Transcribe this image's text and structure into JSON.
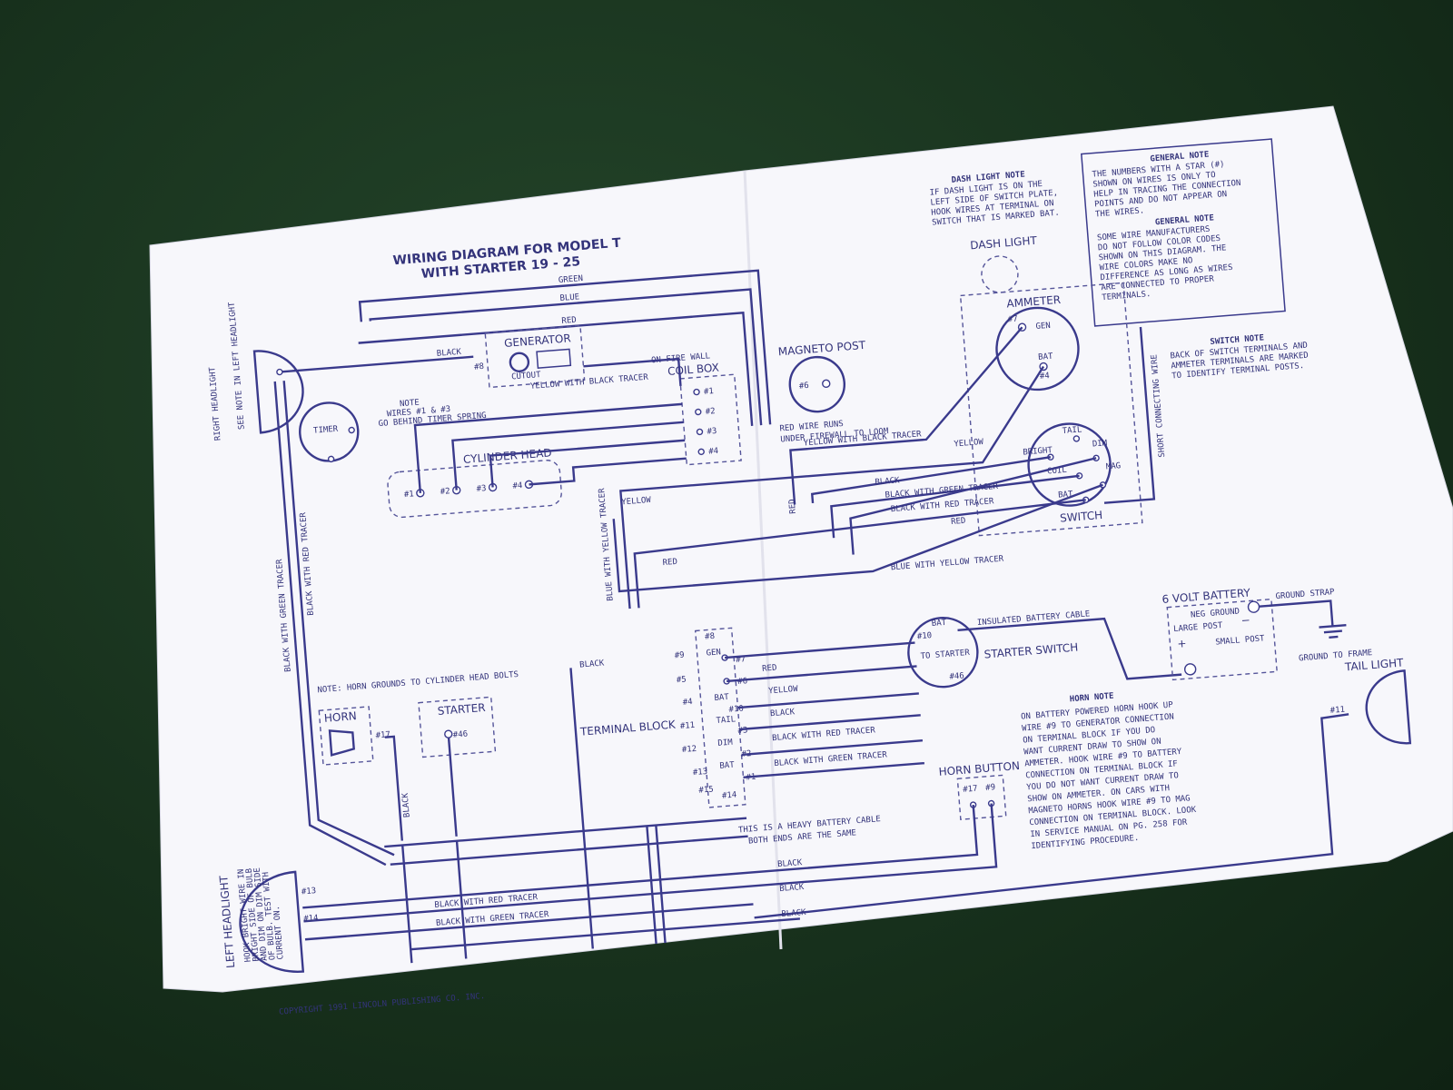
{
  "title": {
    "line1": "WIRING DIAGRAM FOR MODEL T",
    "line2": "WITH STARTER 19 - 25"
  },
  "components": {
    "right_headlight": "RIGHT HEADLIGHT",
    "right_headlight_note": "SEE NOTE IN LEFT HEADLIGHT",
    "left_headlight": "LEFT HEADLIGHT",
    "generator": "GENERATOR",
    "cutout": "CUTOUT",
    "timer": "TIMER",
    "coil_box": "COIL BOX",
    "on_fire_wall": "ON FIRE WALL",
    "cylinder_head": "CYLINDER HEAD",
    "magneto_post": "MAGNETO POST",
    "dash_light": "DASH LIGHT",
    "ammeter": "AMMETER",
    "switch": "SWITCH",
    "terminal_block": "TERMINAL BLOCK",
    "horn": "HORN",
    "starter": "STARTER",
    "starter_switch": "STARTER SWITCH",
    "battery": "6 VOLT BATTERY",
    "horn_button": "HORN BUTTON",
    "tail_light": "TAIL LIGHT",
    "ground_strap": "GROUND STRAP",
    "ground_to_frame": "GROUND TO FRAME",
    "neg_ground": "NEG GROUND",
    "large_post": "LARGE POST",
    "small_post": "SMALL POST",
    "insulated_cable": "INSULATED BATTERY CABLE",
    "to_starter": "TO STARTER",
    "bat": "BAT",
    "gen": "GEN",
    "tail": "TAIL",
    "dim": "DIM",
    "bright": "BRIGHT",
    "coil": "COIL",
    "mag": "MAG"
  },
  "wire_labels": {
    "green": "GREEN",
    "blue": "BLUE",
    "red": "RED",
    "black": "BLACK",
    "yellow": "YELLOW",
    "yellow_black": "YELLOW WITH BLACK TRACER",
    "black_green": "BLACK WITH GREEN TRACER",
    "black_red": "BLACK WITH RED TRACER",
    "blue_yellow": "BLUE WITH YELLOW TRACER",
    "short_connecting": "SHORT CONNECTING WIRE",
    "red_wire_runs": "RED WIRE RUNS",
    "under_firewall": "UNDER FIREWALL TO LOOM",
    "heavy_cable_1": "THIS IS A HEAVY BATTERY CABLE",
    "heavy_cable_2": "BOTH ENDS ARE THE SAME"
  },
  "notes": {
    "note_head": "NOTE",
    "timer_note_1": "WIRES #1 & #3",
    "timer_note_2": "GO BEHIND TIMER SPRING",
    "horn_ground": "NOTE: HORN GROUNDS TO CYLINDER HEAD BOLTS",
    "dash_light_note_head": "DASH LIGHT NOTE",
    "dash_light_note": [
      "IF DASH LIGHT IS ON THE",
      "LEFT SIDE OF SWITCH PLATE,",
      "HOOK WIRES AT TERMINAL ON",
      "SWITCH THAT IS MARKED BAT."
    ],
    "general_note_head": "GENERAL NOTE",
    "general_note_1": [
      "THE NUMBERS WITH A STAR (#)",
      "SHOWN ON WIRES IS ONLY TO",
      "HELP IN TRACING THE CONNECTION",
      "POINTS AND DO NOT APPEAR ON",
      "THE WIRES."
    ],
    "general_note_2": [
      "SOME WIRE MANUFACTURERS",
      "DO NOT FOLLOW COLOR CODES",
      "SHOWN ON THIS DIAGRAM. THE",
      "WIRE COLORS MAKE NO",
      "DIFFERENCE AS LONG AS WIRES",
      "ARE CONNECTED TO PROPER",
      "TERMINALS."
    ],
    "switch_note_head": "SWITCH NOTE",
    "switch_note": [
      "BACK OF SWITCH TERMINALS AND",
      "AMMETER TERMINALS ARE MARKED",
      "TO IDENTIFY TERMINAL POSTS."
    ],
    "horn_note_head": "HORN NOTE",
    "horn_note": [
      "ON BATTERY POWERED HORN HOOK UP",
      "WIRE #9 TO GENERATOR CONNECTION",
      "ON TERMINAL BLOCK IF YOU DO",
      "WANT CURRENT DRAW TO SHOW ON",
      "AMMETER. HOOK WIRE #9 TO BATTERY",
      "CONNECTION ON TERMINAL BLOCK IF",
      "YOU DO NOT WANT CURRENT DRAW TO",
      "SHOW ON AMMETER. ON CARS WITH",
      "MAGNETO HORNS HOOK WIRE #9 TO MAG",
      "CONNECTION ON TERMINAL BLOCK. LOOK",
      "IN SERVICE MANUAL ON PG. 258 FOR",
      "IDENTIFYING PROCEDURE."
    ],
    "left_headlight_note": [
      "HOOK BRIGHT WIRE IN",
      "BRIGHT SIDE OF BULB",
      "AND DIM ON DIM SIDE",
      "OF BULB. TEST WITH",
      "CURRENT ON."
    ]
  },
  "terminals": {
    "t1": "#1",
    "t2": "#2",
    "t3": "#3",
    "t4": "#4",
    "t5": "#5",
    "t6": "#6",
    "t7": "#7",
    "t8": "#8",
    "t9": "#9",
    "t10": "#10",
    "t11": "#11",
    "t12": "#12",
    "t13": "#13",
    "t14": "#14",
    "t15": "#15",
    "t16": "#16",
    "t17": "#17",
    "t46": "#46",
    "t47": "#47"
  },
  "copyright": "COPYRIGHT 1991 LINCOLN PUBLISHING CO. INC."
}
